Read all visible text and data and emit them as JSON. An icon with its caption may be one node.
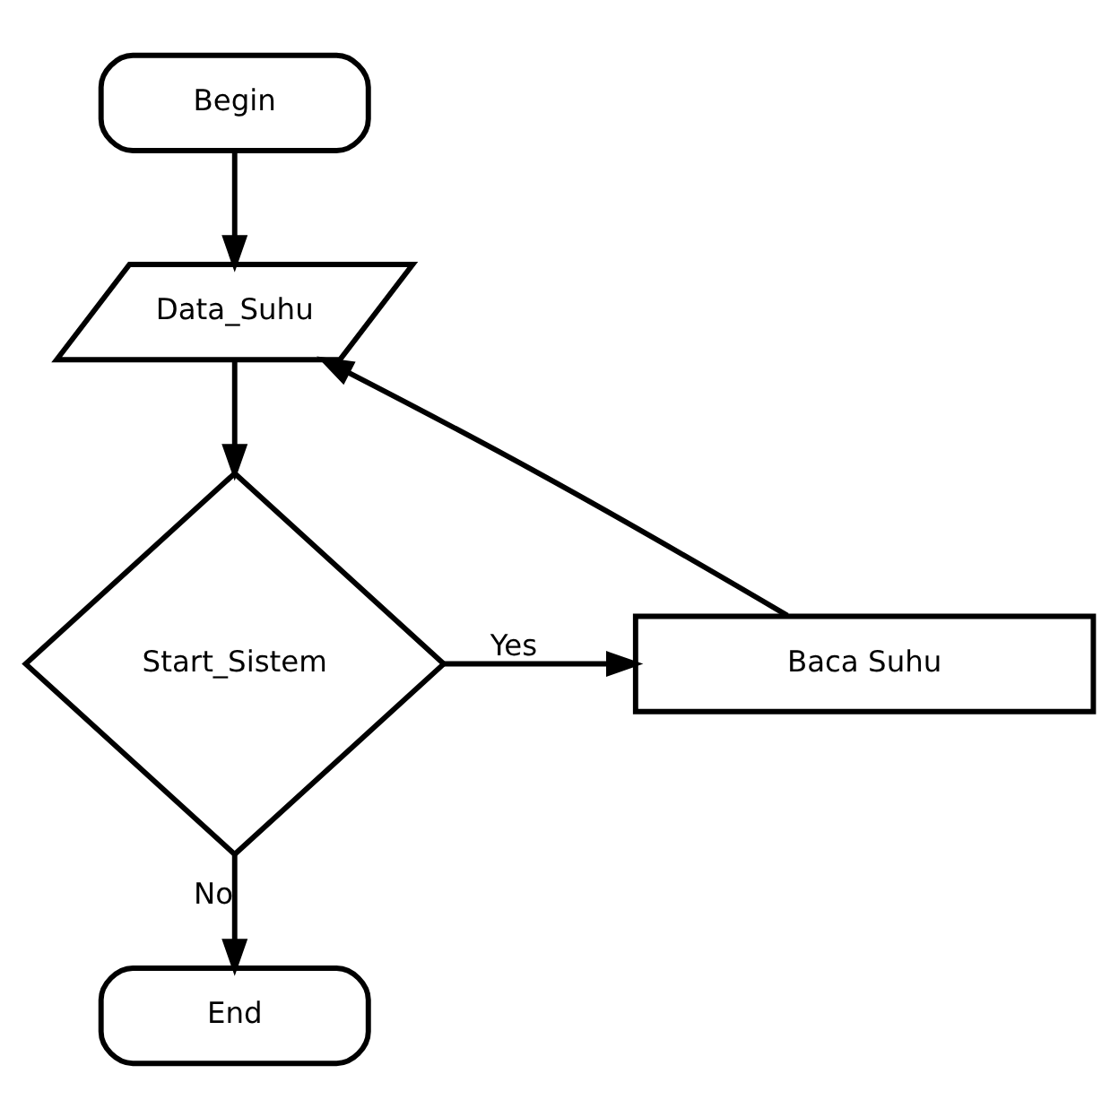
{
  "diagram": {
    "nodes": [
      {
        "text": [
          "Begin"
        ]
      },
      {
        "text": [
          "Data_Suhu"
        ]
      },
      {
        "text": [
          "Start_Sistem"
        ]
      },
      {
        "text": [
          "Baca Suhu"
        ]
      },
      {
        "text": [
          "End"
        ]
      }
    ],
    "edges": [
      {
        "from": 0,
        "to": 1,
        "arrow": "to"
      },
      {
        "from": 1,
        "to": 2,
        "arrow": "to"
      },
      {
        "from": 2,
        "to": 3,
        "arrow": "to",
        "label": "Yes"
      },
      {
        "from": 2,
        "to": 4,
        "arrow": "to",
        "label": "No"
      },
      {
        "from": 3,
        "to": 1,
        "arrow": "to"
      }
    ]
  }
}
